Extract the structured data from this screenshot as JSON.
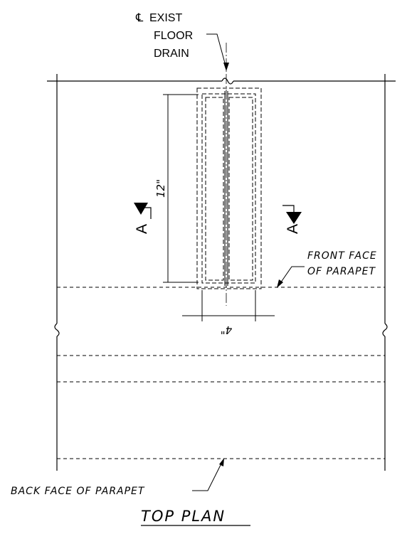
{
  "labels": {
    "cl_symbol": "℄",
    "drain_line1": "EXIST",
    "drain_line2": "FLOOR",
    "drain_line3": "DRAIN",
    "dim_length": "12\"",
    "dim_width": "4\"",
    "section_left": "A",
    "section_right": "A",
    "front_face_line1": "FRONT FACE",
    "front_face_line2": "OF PARAPET",
    "back_face": "BACK FACE OF PARAPET",
    "title": "TOP PLAN"
  }
}
